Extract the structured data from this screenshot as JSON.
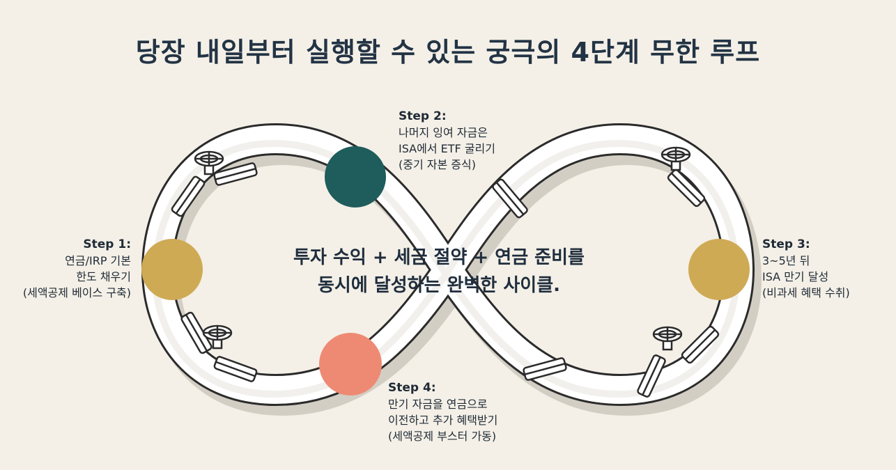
{
  "title": "당장 내일부터 실행할 수 있는 궁극의 4단계 무한 루프",
  "center_text": [
    "투자 수익 + 세금 절약 + 연금 준비를",
    "동시에 달성하는 완벽한 사이클."
  ],
  "steps": {
    "step1": {
      "heading": "Step 1:",
      "lines": [
        "연금/IRP 기본",
        "한도 채우기",
        "(세액공제 베이스 구축)"
      ]
    },
    "step2": {
      "heading": "Step 2:",
      "lines": [
        "나머지 잉여 자금은",
        "ISA에서 ETF 굴리기",
        "(중기 자본 증식)"
      ]
    },
    "step3": {
      "heading": "Step 3:",
      "lines": [
        "3~5년 뒤",
        "ISA 만기 달성",
        "(비과세 혜택 수취)"
      ]
    },
    "step4": {
      "heading": "Step 4:",
      "lines": [
        "만기 자금을 연금으로",
        "이전하고 추가 혜택받기",
        "(세액공제 부스터 가동)"
      ]
    }
  },
  "colors": {
    "background": "#f4f0e7",
    "step1_node": "#cfaa55",
    "step2_node": "#1f5c5c",
    "step3_node": "#cfaa55",
    "step4_node": "#ee8a73",
    "pipe": "#ffffff",
    "pipe_outline": "#2b2b2b"
  },
  "icons": [
    "valve-wheel-icon",
    "pipe-flange-icon"
  ]
}
